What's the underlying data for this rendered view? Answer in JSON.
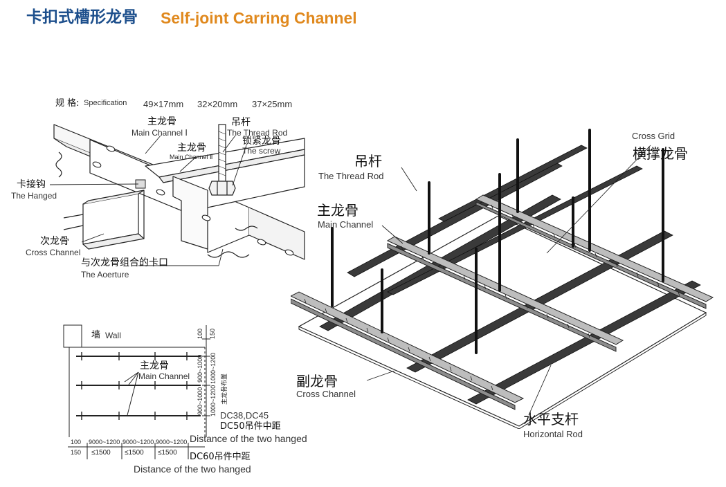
{
  "title": {
    "cn": "卡扣式槽形龙骨",
    "en": "Self-joint Carring Channel"
  },
  "spec": {
    "label_cn": "规 格:",
    "label_en": "Specification",
    "sizes": [
      "49×17mm",
      "32×20mm",
      "37×25mm"
    ]
  },
  "detail_labels": {
    "main_channel_1_cn": "主龙骨",
    "main_channel_1_en": "Main Channel Ⅰ",
    "main_channel_2_cn": "主龙骨",
    "main_channel_2_en": "Main Channel Ⅱ",
    "thread_rod_cn": "吊杆",
    "thread_rod_en": "The Thread Rod",
    "screw_cn": "锁紧龙骨",
    "screw_en": "The screw",
    "hanged_cn": "卡接钩",
    "hanged_en": "The Hanged",
    "cross_channel_cn": "次龙骨",
    "cross_channel_en": "Cross Channel",
    "aperture_cn": "与次龙骨组合的卡口",
    "aperture_en": "The Aoerture"
  },
  "layout_plan": {
    "wall_cn": "墙",
    "wall_en": "Wall",
    "main_channel_cn": "主龙骨",
    "main_channel_en": "Main Channel",
    "vertical_title": "主龙骨布置",
    "right_dims": [
      "100",
      "150",
      "900~1000",
      "1000~1200",
      "900~1000",
      "1000~1200",
      "900~1000",
      "1000~1200"
    ],
    "bottom_row1": [
      "100",
      "9000~1200",
      "9000~1200",
      "9000~1200"
    ],
    "bottom_row2": [
      "150",
      "≤1500",
      "≤1500",
      "≤1500"
    ],
    "note1": "DC38,DC45",
    "note2": "DC50吊件中距",
    "note3": "Distance of the two hanged",
    "note4": "DC60吊件中距",
    "note5": "Distance of the two hanged"
  },
  "iso_labels": {
    "thread_rod_cn": "吊杆",
    "thread_rod_en": "The Thread Rod",
    "main_channel_cn": "主龙骨",
    "main_channel_en": "Main Channel",
    "cross_grid_en": "Cross Grid",
    "cross_grid_cn": "横撑龙骨",
    "cross_channel_cn": "副龙骨",
    "cross_channel_en": "Cross Channel",
    "horizontal_rod_cn": "水平支杆",
    "horizontal_rod_en": "Horizontal Rod"
  }
}
